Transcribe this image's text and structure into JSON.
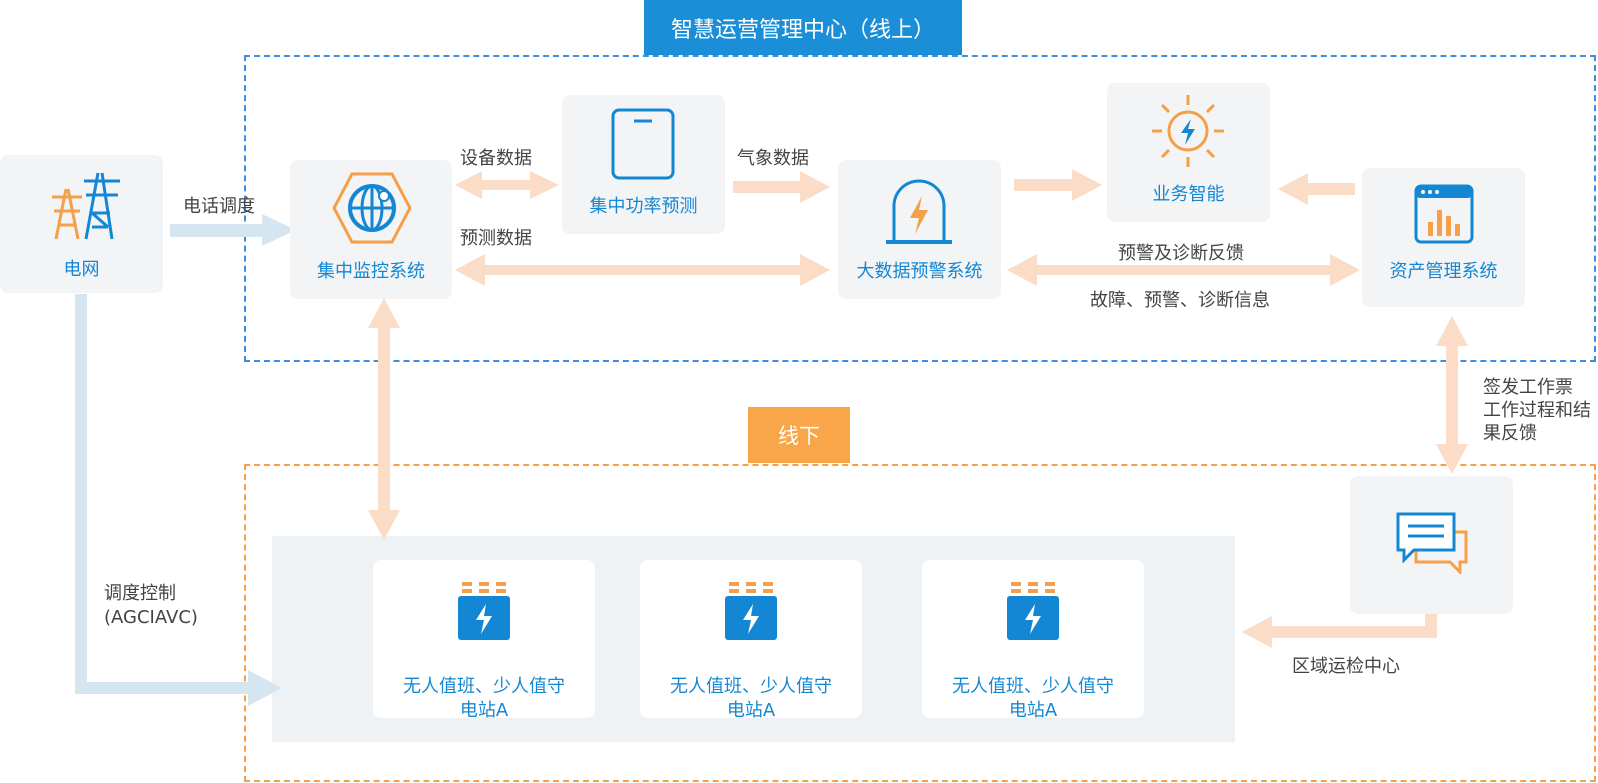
{
  "zones": {
    "online_title": "智慧运营管理中心（线上）",
    "offline_title": "线下"
  },
  "nodes": {
    "grid": "电网",
    "monitor": "集中监控系统",
    "power_forecast": "集中功率预测",
    "bigdata": "大数据预警系统",
    "business": "业务智能",
    "asset": "资产管理系统",
    "regional": "区域运检中心",
    "stations": [
      {
        "line1": "无人值班、少人值守",
        "line2": "电站A"
      },
      {
        "line1": "无人值班、少人值守",
        "line2": "电站A"
      },
      {
        "line1": "无人值班、少人值守",
        "line2": "电站A"
      }
    ]
  },
  "edges": {
    "phone_dispatch": "电话调度",
    "device_data": "设备数据",
    "forecast_data": "预测数据",
    "weather_data": "气象数据",
    "warning_feedback": "预警及诊断反馈",
    "fault_info": "故障、预警、诊断信息",
    "work_ticket": [
      "签发工作票",
      "工作过程和结",
      "果反馈"
    ],
    "dispatch_control": [
      "调度控制",
      "(AGCIAVC)"
    ]
  },
  "colors": {
    "blue": "#1487d4",
    "orange": "#f5a048",
    "arrow_orange": "#fbdcc6",
    "arrow_blue": "#d6e6f1"
  }
}
